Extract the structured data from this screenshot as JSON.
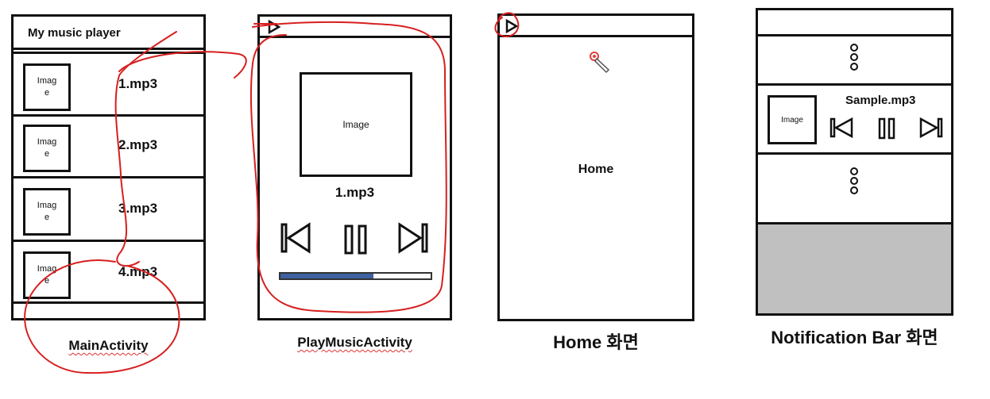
{
  "main_activity": {
    "header_title": "My music player",
    "items": [
      {
        "thumb": "Image",
        "song": "1.mp3"
      },
      {
        "thumb": "Image",
        "song": "2.mp3"
      },
      {
        "thumb": "Image",
        "song": "3.mp3"
      },
      {
        "thumb": "Image",
        "song": "4.mp3"
      }
    ],
    "caption": "MainActivity"
  },
  "play_music_activity": {
    "album_label": "Image",
    "song_title": "1.mp3",
    "progress_fraction": 0.62,
    "caption": "PlayMusicActivity",
    "icons": [
      "back-play-icon",
      "previous-icon",
      "pause-icon",
      "next-icon"
    ]
  },
  "home_screen": {
    "label": "Home",
    "caption": "Home 화면"
  },
  "notification_bar": {
    "thumb": "Image",
    "song_title": "Sample.mp3",
    "caption": "Notification Bar 화면",
    "icons": [
      "previous-icon",
      "pause-icon",
      "next-icon",
      "ellipsis-vertical-icon"
    ]
  },
  "colors": {
    "annotation_red": "#d71f1f",
    "progress_fill": "#3e62a0",
    "panel_gray": "#c0c0c0"
  }
}
